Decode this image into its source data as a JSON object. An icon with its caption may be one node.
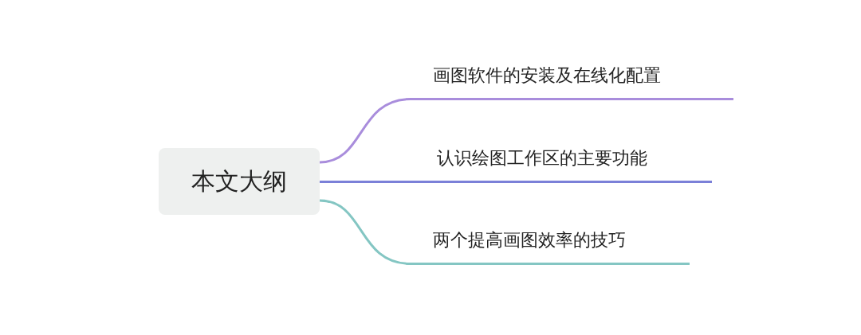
{
  "diagram": {
    "nodes": [
      {
        "text": [
          "本文大纲"
        ]
      },
      {
        "text": [
          "画图软件的安装及在线化配置"
        ]
      },
      {
        "text": [
          "认识绘图工作区的主要功能"
        ]
      },
      {
        "text": [
          "两个提高画图效率的技巧"
        ]
      }
    ],
    "edges": [
      {
        "from": 0,
        "to": 1,
        "arrow": "none",
        "color": "#a98ddc"
      },
      {
        "from": 0,
        "to": 2,
        "arrow": "none",
        "color": "#7b80d8"
      },
      {
        "from": 0,
        "to": 3,
        "arrow": "none",
        "color": "#84c6c3"
      }
    ]
  }
}
